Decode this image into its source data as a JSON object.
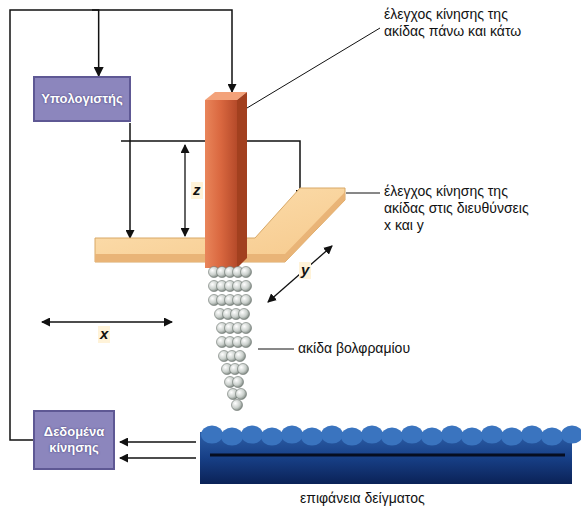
{
  "diagram": {
    "nodes": [
      {
        "text": [
          "Υπολογιστής"
        ]
      },
      {
        "text": [
          "Δεδομένα κίνησης"
        ]
      }
    ],
    "edges": [
      {
        "from": 1,
        "to": 0,
        "arrow": "to"
      }
    ],
    "labels": [
      "έλεγχος κίνησης της ακίδας πάνω και κάτω",
      "έλεγχος κίνησης της ακίδας στις διευθύνσεις x και y",
      "ακίδα βολφραμίου",
      "επιφάνεια δείγματος",
      "z",
      "y",
      "x"
    ]
  }
}
